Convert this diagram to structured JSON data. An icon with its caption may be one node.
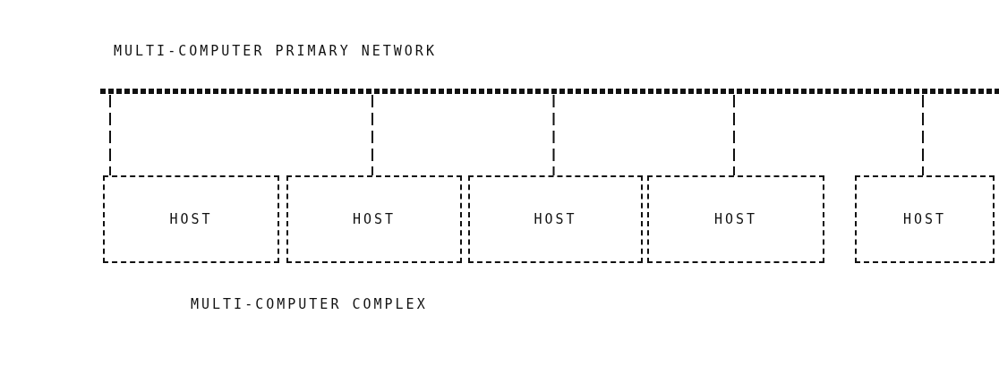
{
  "diagram": {
    "nodes": [
      {
        "text": [
          "MULTI-COMPUTER PRIMARY NETWORK"
        ]
      },
      {
        "text": [
          "HOST"
        ]
      },
      {
        "text": [
          "HOST"
        ]
      },
      {
        "text": [
          "HOST"
        ]
      },
      {
        "text": [
          "HOST"
        ]
      },
      {
        "text": [
          "HOST"
        ]
      }
    ],
    "edges": [
      {
        "from": 0,
        "to": 1,
        "arrow": "none",
        "style": "dashed"
      },
      {
        "from": 0,
        "to": 2,
        "arrow": "none",
        "style": "dashed"
      },
      {
        "from": 0,
        "to": 3,
        "arrow": "none",
        "style": "dashed"
      },
      {
        "from": 0,
        "to": 4,
        "arrow": "none",
        "style": "dashed"
      },
      {
        "from": 0,
        "to": 5,
        "arrow": "none",
        "style": "dashed"
      }
    ],
    "labels": [
      "MULTI-COMPUTER COMPLEX"
    ]
  }
}
